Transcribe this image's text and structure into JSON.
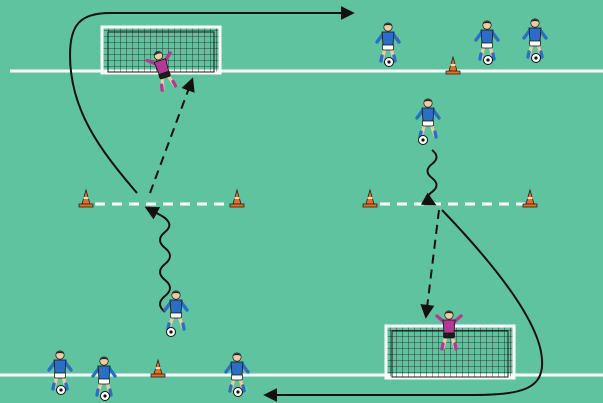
{
  "colors": {
    "pitch": "#5fc39f",
    "lines": "#ffffff",
    "outfield_shirt": "#2b6fc4",
    "outfield_shorts": "#ffffff",
    "goalkeeper_shirt": "#b23a95",
    "skin": "#f1c9a2",
    "hair": "#222222",
    "cone": "#e86f1c",
    "arrow": "#111111"
  },
  "goals": [
    {
      "id": "top-goal",
      "facing": "down"
    },
    {
      "id": "bottom-goal",
      "facing": "up"
    }
  ],
  "cones": [
    {
      "zone": "left-gate",
      "count": 2
    },
    {
      "zone": "right-gate",
      "count": 2
    },
    {
      "zone": "top-queue",
      "count": 1
    },
    {
      "zone": "bottom-queue",
      "count": 1
    }
  ],
  "players": [
    {
      "role": "goalkeeper",
      "team": "keeper",
      "zone": "top-goal"
    },
    {
      "role": "goalkeeper",
      "team": "keeper",
      "zone": "bottom-goal"
    },
    {
      "role": "attacker",
      "team": "blue",
      "zone": "left-dribbling",
      "has_ball": true
    },
    {
      "role": "attacker",
      "team": "blue",
      "zone": "right-dribbling",
      "has_ball": true
    },
    {
      "role": "queue",
      "team": "blue",
      "zone": "top-right",
      "has_ball": true
    },
    {
      "role": "queue",
      "team": "blue",
      "zone": "top-right",
      "has_ball": true
    },
    {
      "role": "queue",
      "team": "blue",
      "zone": "top-right",
      "has_ball": true
    },
    {
      "role": "queue",
      "team": "blue",
      "zone": "bottom-left",
      "has_ball": true
    },
    {
      "role": "queue",
      "team": "blue",
      "zone": "bottom-left",
      "has_ball": true
    },
    {
      "role": "queue",
      "team": "blue",
      "zone": "bottom-left",
      "has_ball": true
    }
  ],
  "arrows": [
    {
      "type": "dribble",
      "style": "wavy"
    },
    {
      "type": "dribble",
      "style": "wavy"
    },
    {
      "type": "shot",
      "style": "dashed"
    },
    {
      "type": "shot",
      "style": "dashed"
    },
    {
      "type": "run",
      "style": "solid"
    },
    {
      "type": "run",
      "style": "solid"
    }
  ]
}
